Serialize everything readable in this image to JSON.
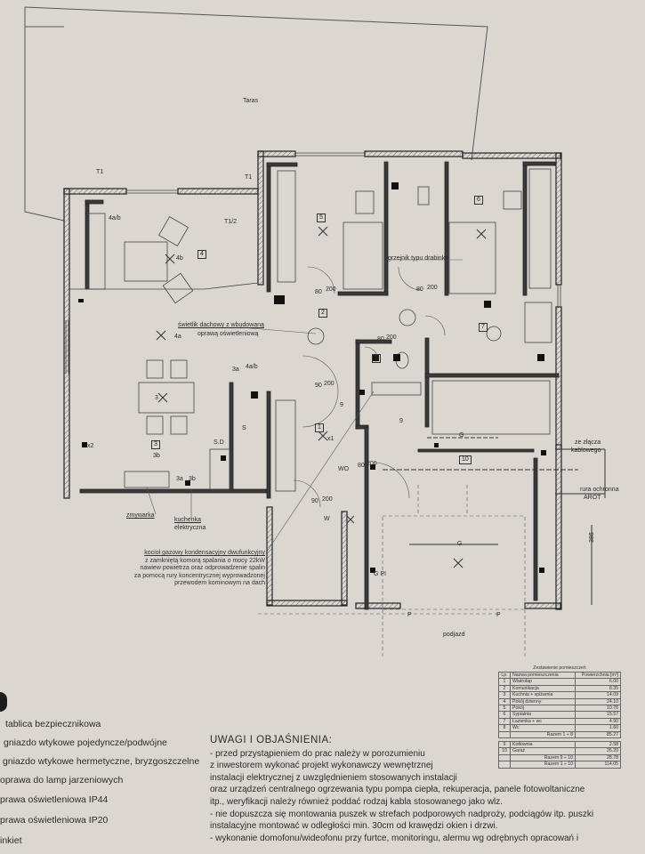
{
  "plan_labels": {
    "terrace": "Taras",
    "t1_a": "T1",
    "t1_b": "T1",
    "t1_2": "T1/2",
    "r4a_b": "4a/b",
    "r4b": "4b",
    "r4": "4",
    "r4a": "4a",
    "r3a": "3a",
    "r4a_b2": "4a/b",
    "r3": "3",
    "r3b": "3b",
    "r3a_c": "3a",
    "r3_c": "3",
    "r3b_c": "3b",
    "x2": "x2",
    "r2": "2",
    "r5": "5",
    "r6": "6",
    "r7": "7",
    "r8": "8",
    "r9": "9",
    "r9b": "9",
    "r1": "1",
    "x1": "x1",
    "r10": "10",
    "dim_80_200_a": "80",
    "dim_80_200_a2": "200",
    "dim_80_200_b": "80",
    "dim_80_200_b2": "200",
    "dim_90_200_a": "90",
    "dim_90_200_a2": "200",
    "dim_90_200_b": "90",
    "dim_90_200_b2": "200",
    "dim_80_200_c": "80",
    "dim_80_200_c2": "200",
    "dim_80_200_d": "80",
    "dim_80_200_d2": "200",
    "s": "S",
    "sd": "S.D",
    "wo": "WO",
    "w": "W",
    "g1": "G",
    "g2": "G",
    "p1": "P",
    "p2": "P",
    "dim_385": "385",
    "g_pi": "G PI",
    "skylight": "świetlik dachowy z wbudowaną",
    "skylight2": "oprawą oświetleniową",
    "ladder": "grzejnik typu drabinka",
    "dishwasher": "zmywarka",
    "cooker": "kuchenka",
    "cooker2": "elektryczna",
    "cable1": "ze złącza",
    "cable2": "kablowego",
    "pipe1": "rura ochronna",
    "pipe2": "AROT",
    "driveway": "podjazd"
  },
  "boiler_note": [
    "kocioł gazowy kondensacyjny dwufunkcyjny",
    "z zamkniętą komorą spalania o mocy 22kW",
    "nawiew powietrza oraz odprowadzenie spalin",
    "za pomocą rury koncentrycznej wyprowadzonej",
    "przewodem kominowym na dach"
  ],
  "room_table": {
    "title": "Zestawienie pomieszczeń",
    "header": [
      "Lp.",
      "Nazwa pomieszczenia",
      "Powierzchnia [m²]"
    ],
    "rows": [
      [
        "1",
        "Wiatrołap",
        "6.00"
      ],
      [
        "2",
        "Komunikacja",
        "8.35"
      ],
      [
        "3",
        "Kuchnia + spiżarnia",
        "14.09"
      ],
      [
        "4",
        "Pokój dzienny",
        "24.10"
      ],
      [
        "5",
        "Pokój",
        "10.76"
      ],
      [
        "6",
        "Sypialnia",
        "15.57"
      ],
      [
        "7",
        "Łazienka + wc",
        "4.90"
      ],
      [
        "8",
        "Wc",
        "1.60"
      ]
    ],
    "subtotal1": [
      "Razem 1 ÷ 8",
      "85.27"
    ],
    "rows2": [
      [
        "9",
        "Kotłownia",
        "2.58"
      ],
      [
        "10",
        "Garaż",
        "26.20"
      ]
    ],
    "subtotal2": [
      "Razem 9 ÷ 10",
      "28.78"
    ],
    "total": [
      "Razem 1 ÷ 10",
      "114.05"
    ]
  },
  "legend": [
    "tablica bezpiecznikowa",
    "gniazdo wtykowe pojedyncze/podwójne",
    "gniazdo wtykowe hermetyczne, bryzgoszczelne",
    "oprawa do lamp jarzeniowych",
    "prawa oświetleniowa IP44",
    "prawa oświetleniowa IP20",
    "inkiet"
  ],
  "remarks": {
    "title": "UWAGI I OBJAŚNIENIA:",
    "lines": [
      "- przed przystąpieniem do prac należy w porozumieniu",
      "z inwestorem wykonać projekt wykonawczy wewnętrznej",
      "instalacji elektrycznej z uwzględnieniem stosowanych instalacji",
      "oraz urządzeń centralnego ogrzewania typu pompa ciepła, rekuperacja, panele fotowoltaniczne",
      "itp., weryfikacji należy również poddać rodzaj kabla stosowanego jako wlz.",
      "- nie dopuszcza się montowania puszek w strefach podporowych nadproży, podciągów itp. puszki",
      "instalacyjne montować w odległości min. 30cm od krawędzi okien i drzwi.",
      "- wykonanie domofonu/wideofonu przy furtce, monitoringu, alermu wg odrębnych opracowań i"
    ]
  }
}
